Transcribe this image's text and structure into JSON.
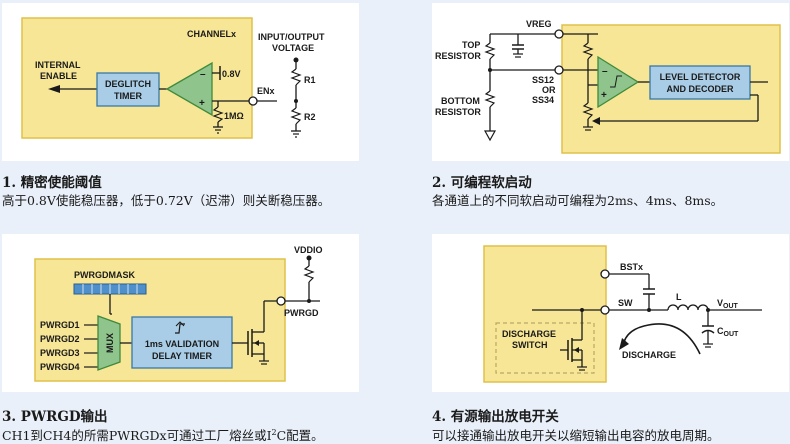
{
  "colors": {
    "page_bg": "#e9f0fa",
    "panel_bg": "#ffffff",
    "block_fill": "#f7e696",
    "block_stroke": "#e0c04a",
    "box_fill": "#a9cde6",
    "box_stroke": "#3a79a6",
    "amp_fill": "#8fc48c",
    "amp_stroke": "#3f8a3c",
    "wire": "#1a1a1a"
  },
  "panel1": {
    "labels": {
      "channelx": "CHANNELx",
      "internal": "INTERNAL",
      "enable": "ENABLE",
      "deglitch": "DEGLITCH",
      "timer": "TIMER",
      "ref": "0.8V",
      "minus": "–",
      "plus": "+",
      "resistor": "1MΩ",
      "pin": "ENx",
      "io1": "INPUT/OUTPUT",
      "io2": "VOLTAGE",
      "r1": "R1",
      "r2": "R2"
    },
    "caption_title": "1. 精密使能阈值",
    "caption_text": "高于0.8V使能稳压器，低于0.72V（迟滞）则关断稳压器。"
  },
  "panel2": {
    "labels": {
      "vreg": "VREG",
      "top1": "TOP",
      "top2": "RESISTOR",
      "bot1": "BOTTOM",
      "bot2": "RESISTOR",
      "ss1": "SS12",
      "ss2": "OR",
      "ss3": "SS34",
      "level1": "LEVEL DETECTOR",
      "level2": "AND DECODER",
      "minus": "–",
      "plus": "+"
    },
    "caption_title": "2. 可编程软启动",
    "caption_text": "各通道上的不同软启动可编程为2ms、4ms、8ms。"
  },
  "panel3": {
    "labels": {
      "vddio": "VDDIO",
      "mask": "PWRGDMASK",
      "pwrgd1": "PWRGD1",
      "pwrgd2": "PWRGD2",
      "pwrgd3": "PWRGD3",
      "pwrgd4": "PWRGD4",
      "mux": "MUX",
      "delay1": "1ms VALIDATION",
      "delay2": "DELAY TIMER",
      "pin": "PWRGD"
    },
    "caption_title": "3. PWRGD输出",
    "caption_text_a": "CH1到CH4的所需PWRGDx可通过工厂熔丝或I",
    "caption_sup": "2",
    "caption_text_b": "C配置。"
  },
  "panel4": {
    "labels": {
      "bstx": "BSTx",
      "sw": "SW",
      "l": "L",
      "vout": "V",
      "vout_sub": "OUT",
      "cout": "C",
      "cout_sub": "OUT",
      "dis1": "DISCHARGE",
      "dis2": "SWITCH",
      "discharge": "DISCHARGE"
    },
    "caption_title": "4. 有源输出放电开关",
    "caption_text": "可以接通输出放电开关以缩短输出电容的放电周期。"
  }
}
